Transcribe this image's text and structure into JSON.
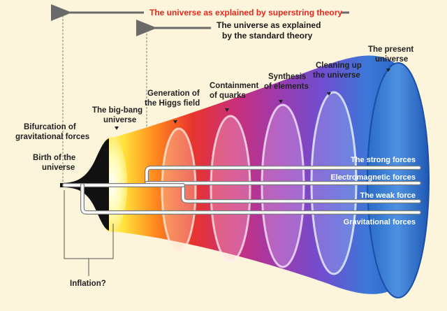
{
  "headers": {
    "superstring": "The universe as explained by superstring theory",
    "standard_line1": "The universe as explained",
    "standard_line2": "by the standard theory",
    "superstring_color": "#e8281e",
    "standard_color": "#1a1a1a"
  },
  "stages": {
    "birth_line1": "Birth of the",
    "birth_line2": "universe",
    "bifurcation_line1": "Bifurcation of",
    "bifurcation_line2": "gravitational forces",
    "bigbang_line1": "The big-bang",
    "bigbang_line2": "universe",
    "higgs_line1": "Generation of",
    "higgs_line2": "the Higgs field",
    "quarks_line1": "Containment",
    "quarks_line2": "of quarks",
    "synthesis_line1": "Synthesis",
    "synthesis_line2": "of elements",
    "cleaning_line1": "Cleaning up",
    "cleaning_line2": "the universe",
    "present_line1": "The present",
    "present_line2": "universe",
    "inflation": "Inflation?"
  },
  "forces": {
    "strong": "The strong forces",
    "electromagnetic": "Electromagnetic forces",
    "weak": "The weak force",
    "gravitational": "Gravitational forces"
  }
}
